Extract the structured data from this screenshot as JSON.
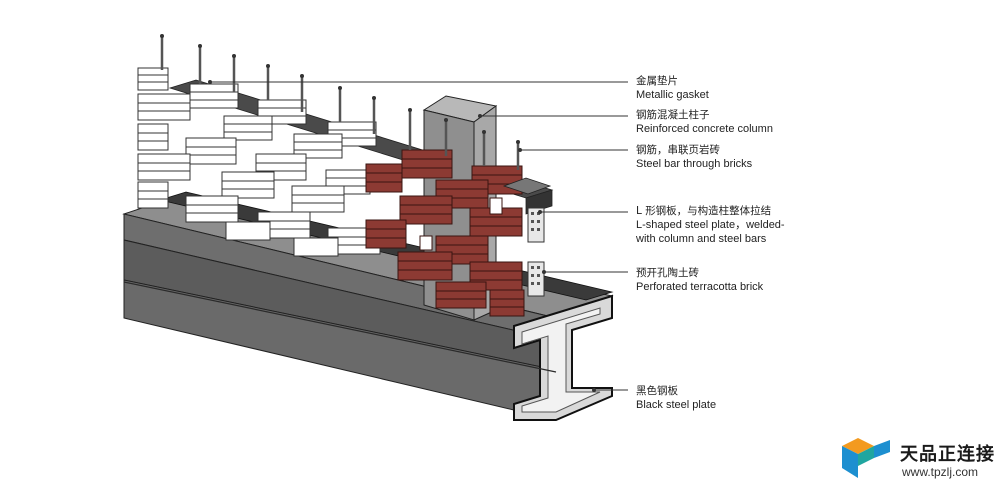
{
  "labels": [
    {
      "zh": "金属垫片",
      "en": "Metallic gasket"
    },
    {
      "zh": "钢筋混凝土柱子",
      "en": "Reinforced concrete column"
    },
    {
      "zh": "钢筋，串联页岩砖",
      "en": "Steel bar through bricks"
    },
    {
      "zh": "L 形钢板，与构造柱整体拉结",
      "en": "L-shaped steel plate，welded-",
      "en2": "with column and steel bars"
    },
    {
      "zh": "预开孔陶土砖",
      "en": "Perforated terracotta brick"
    },
    {
      "zh": "黑色钢板",
      "en": "Black steel plate"
    }
  ],
  "logo": {
    "name": "天品正连接",
    "url": "www.tpzlj.com"
  },
  "colors": {
    "steel_top": "#8e8e8e",
    "steel_face": "#707070",
    "steel_dark": "#3f3f3f",
    "concrete": "#9a9a9a",
    "white_brick": "#ffffff",
    "red_brick": "#8c3a33",
    "logo_orange": "#f39a1f",
    "logo_blue": "#1d8fd0",
    "logo_teal": "#20a6a0"
  }
}
